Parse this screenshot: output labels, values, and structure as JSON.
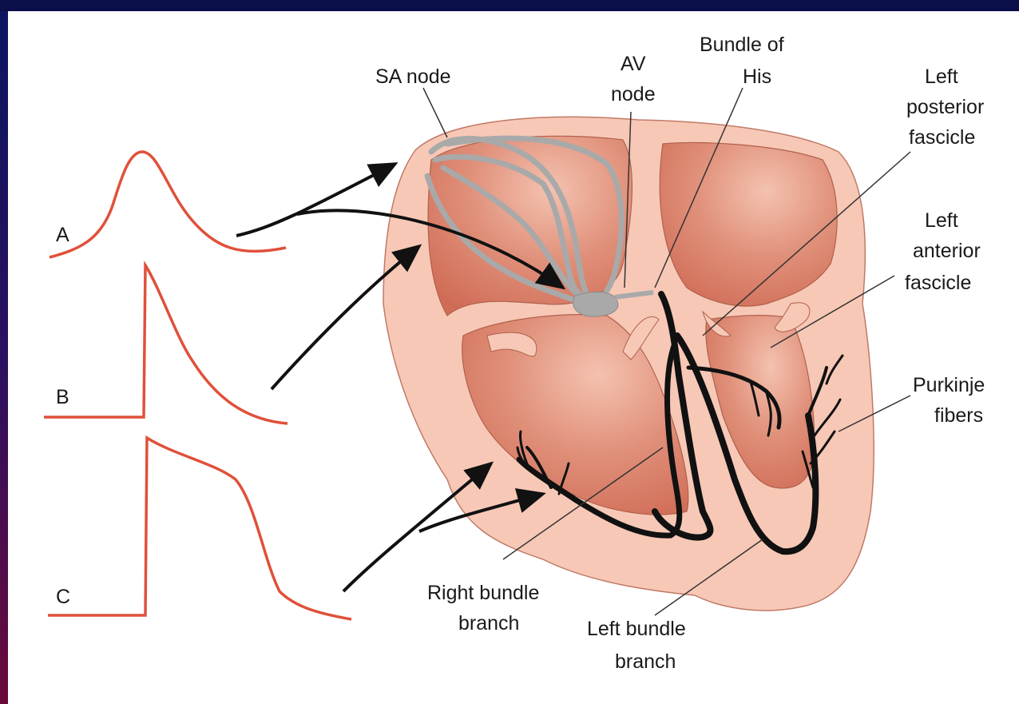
{
  "colors": {
    "background": "#0a0f4a",
    "panel": "#ffffff",
    "heart_outer": "#f6c6b4",
    "heart_chamber": "#d9705a",
    "conduction_gray": "#a9a9a9",
    "waveform": "#e0503a",
    "fiber": "#111111"
  },
  "waveforms": [
    {
      "id": "A",
      "label": "A"
    },
    {
      "id": "B",
      "label": "B"
    },
    {
      "id": "C",
      "label": "C"
    }
  ],
  "labels": {
    "sa_node": "SA node",
    "av_node_line1": "AV",
    "av_node_line2": "node",
    "bundle_of_his_line1": "Bundle of",
    "bundle_of_his_line2": "His",
    "left_posterior_line1": "Left",
    "left_posterior_line2": "posterior",
    "left_posterior_line3": "fascicle",
    "left_anterior_line1": "Left",
    "left_anterior_line2": "anterior",
    "left_anterior_line3": "fascicle",
    "purkinje_line1": "Purkinje",
    "purkinje_line2": "fibers",
    "right_bundle_line1": "Right bundle",
    "right_bundle_line2": "branch",
    "left_bundle_line1": "Left bundle",
    "left_bundle_line2": "branch"
  }
}
